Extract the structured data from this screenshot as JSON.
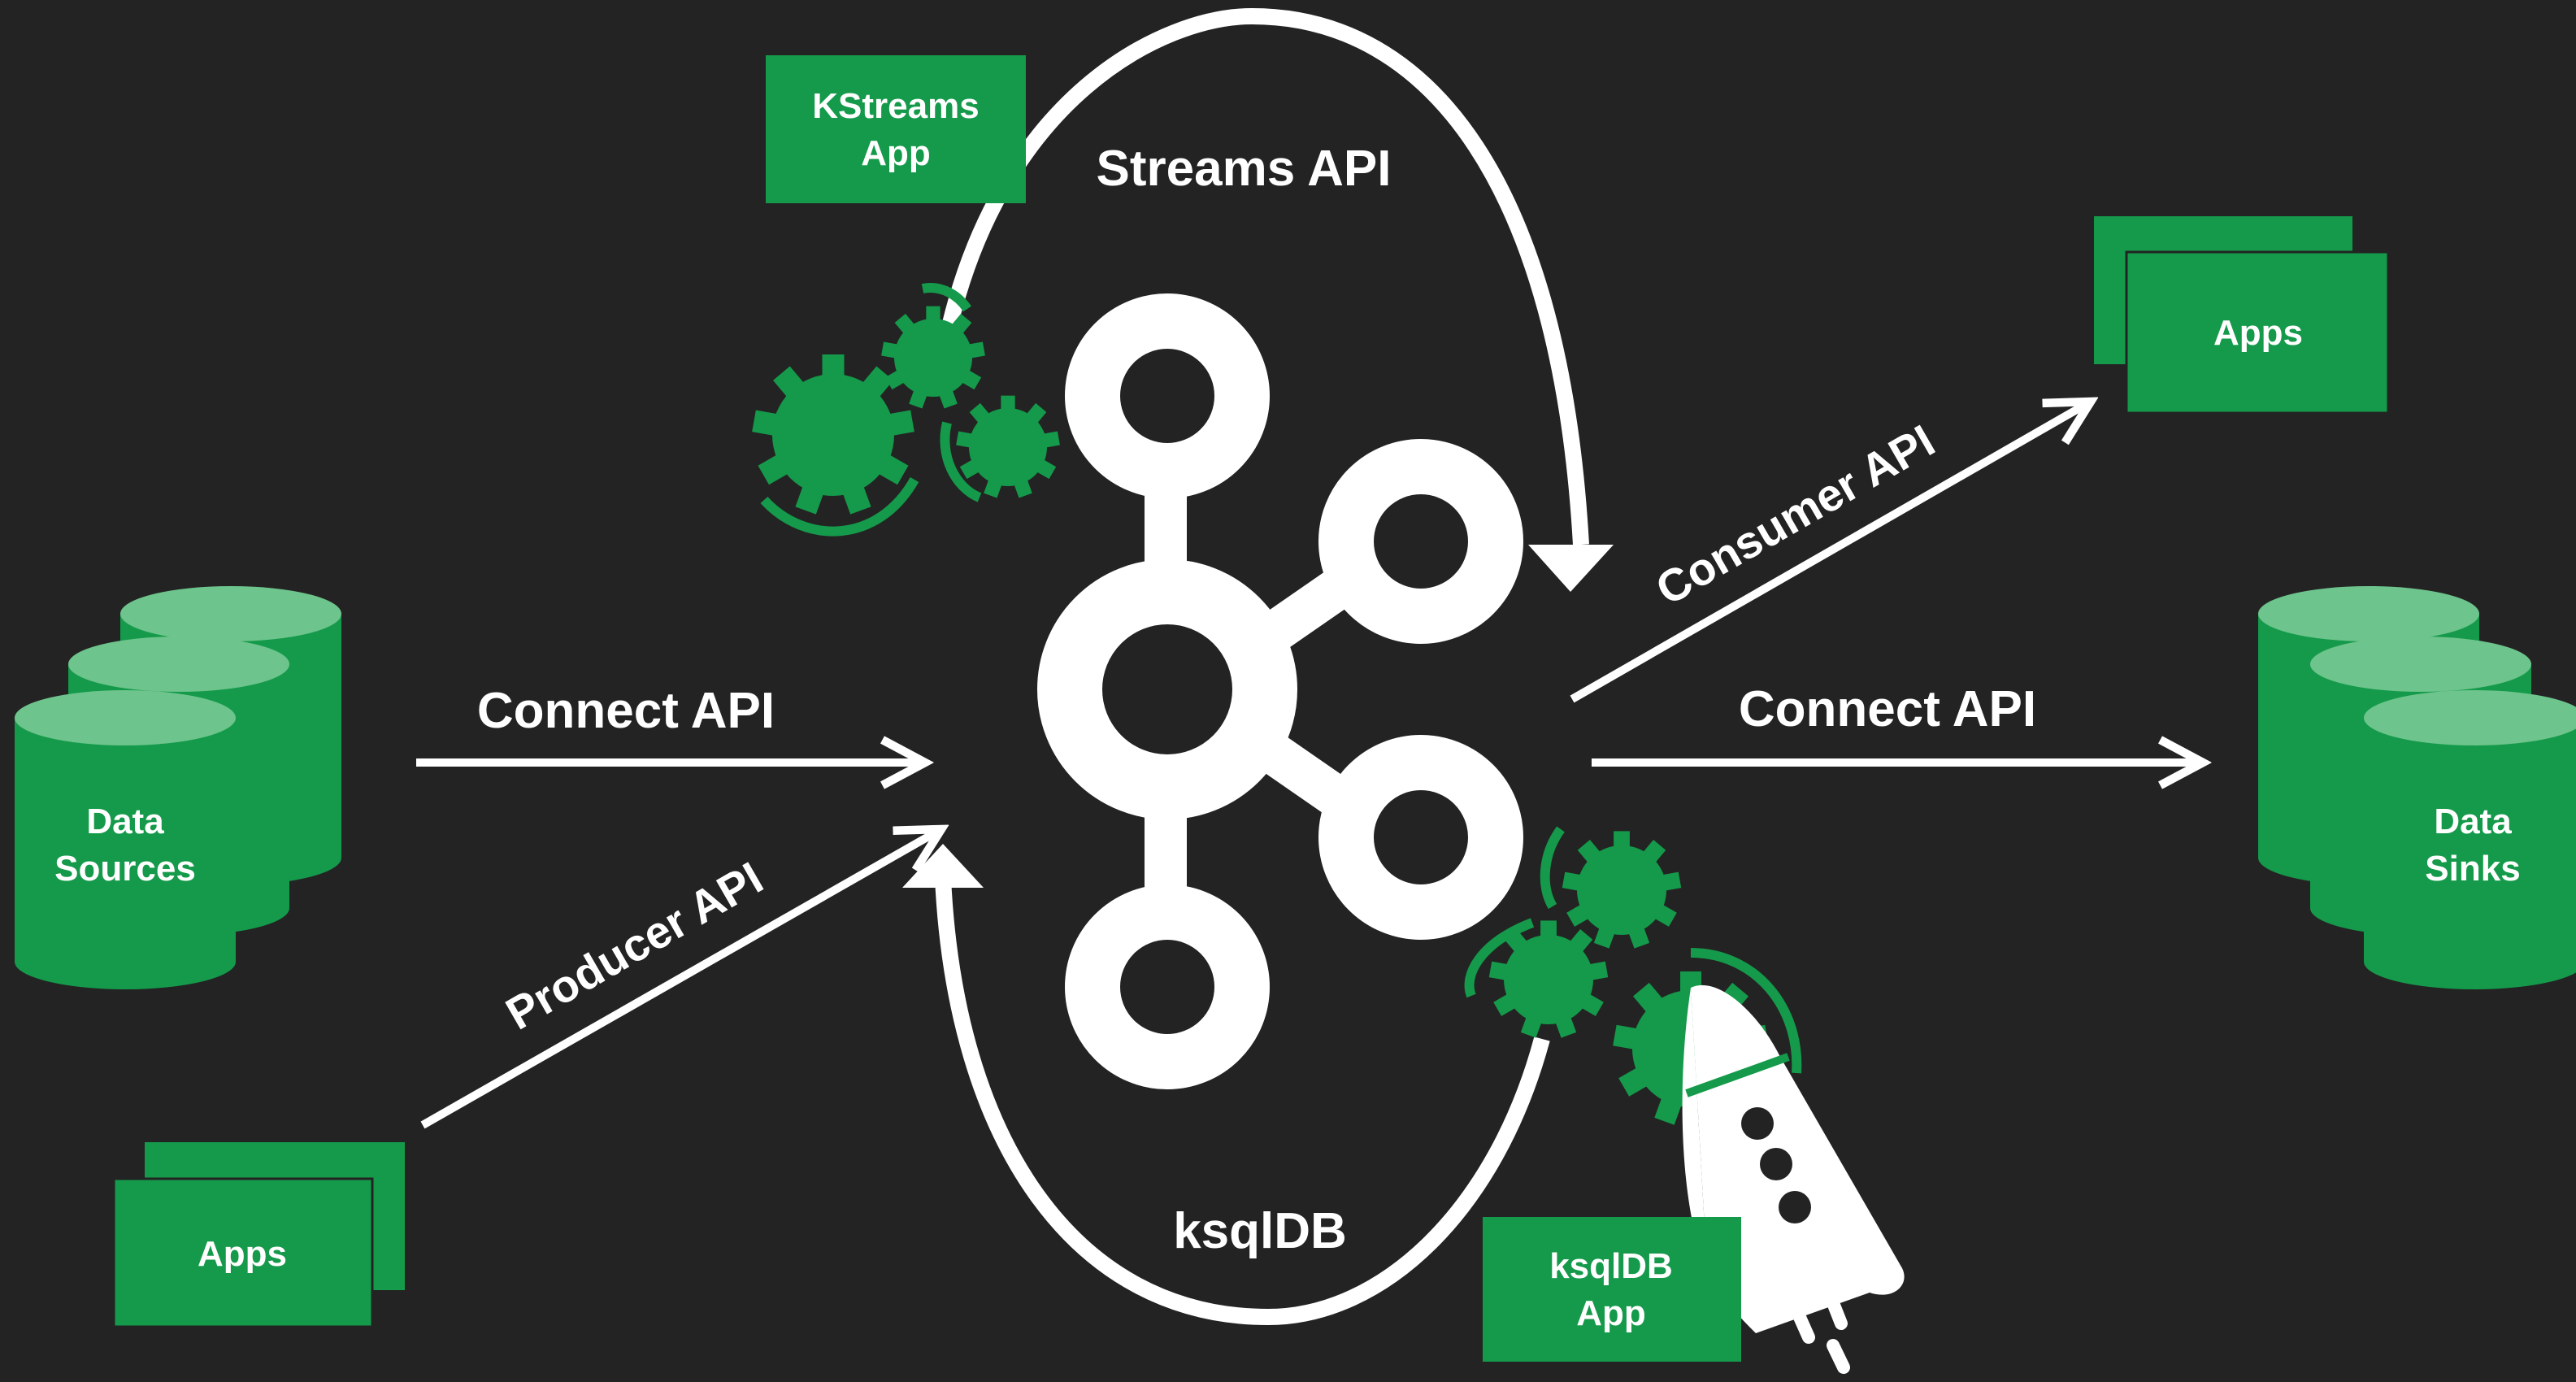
{
  "colors": {
    "background": "#232323",
    "green": "#149a4a",
    "green_light": "#6dc48c",
    "white": "#ffffff"
  },
  "kstreams_app": {
    "line1": "KStreams",
    "line2": "App"
  },
  "streams_api_label": "Streams API",
  "ksqldb_label": "ksqlDB",
  "ksqldb_app": {
    "line1": "ksqlDB",
    "line2": "App"
  },
  "data_sources": {
    "line1": "Data",
    "line2": "Sources"
  },
  "data_sinks": {
    "line1": "Data",
    "line2": "Sinks"
  },
  "connect_api_in": "Connect API",
  "connect_api_out": "Connect API",
  "producer_api": "Producer API",
  "consumer_api": "Consumer API",
  "apps_producer": "Apps",
  "apps_consumer": "Apps",
  "icons": [
    "kafka-logo-icon",
    "gears-icon",
    "rocket-icon",
    "database-stack-icon"
  ]
}
